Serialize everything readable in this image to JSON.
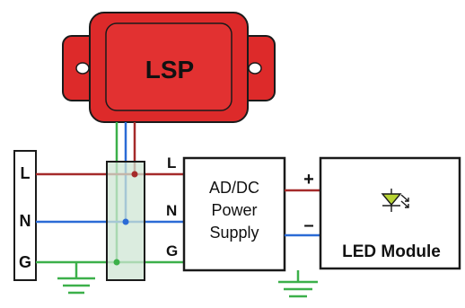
{
  "spd": {
    "label": "LSP",
    "body_color": "#dd2a2a"
  },
  "terminal_block": {
    "labels": [
      "L",
      "N",
      "G"
    ]
  },
  "power_supply": {
    "line1": "AD/DC",
    "line2": "Power",
    "line3": "Supply",
    "input_labels": [
      "L",
      "N",
      "G"
    ]
  },
  "dc_output": {
    "positive": "+",
    "negative": "–"
  },
  "led_module": {
    "label": "LED Module",
    "icon": "led-diode-icon"
  },
  "wire_colors": {
    "line": "#a52a2a",
    "neutral": "#2b6bd6",
    "ground": "#3cb04a",
    "positive": "#a52a2a",
    "negative": "#2b6bd6"
  }
}
